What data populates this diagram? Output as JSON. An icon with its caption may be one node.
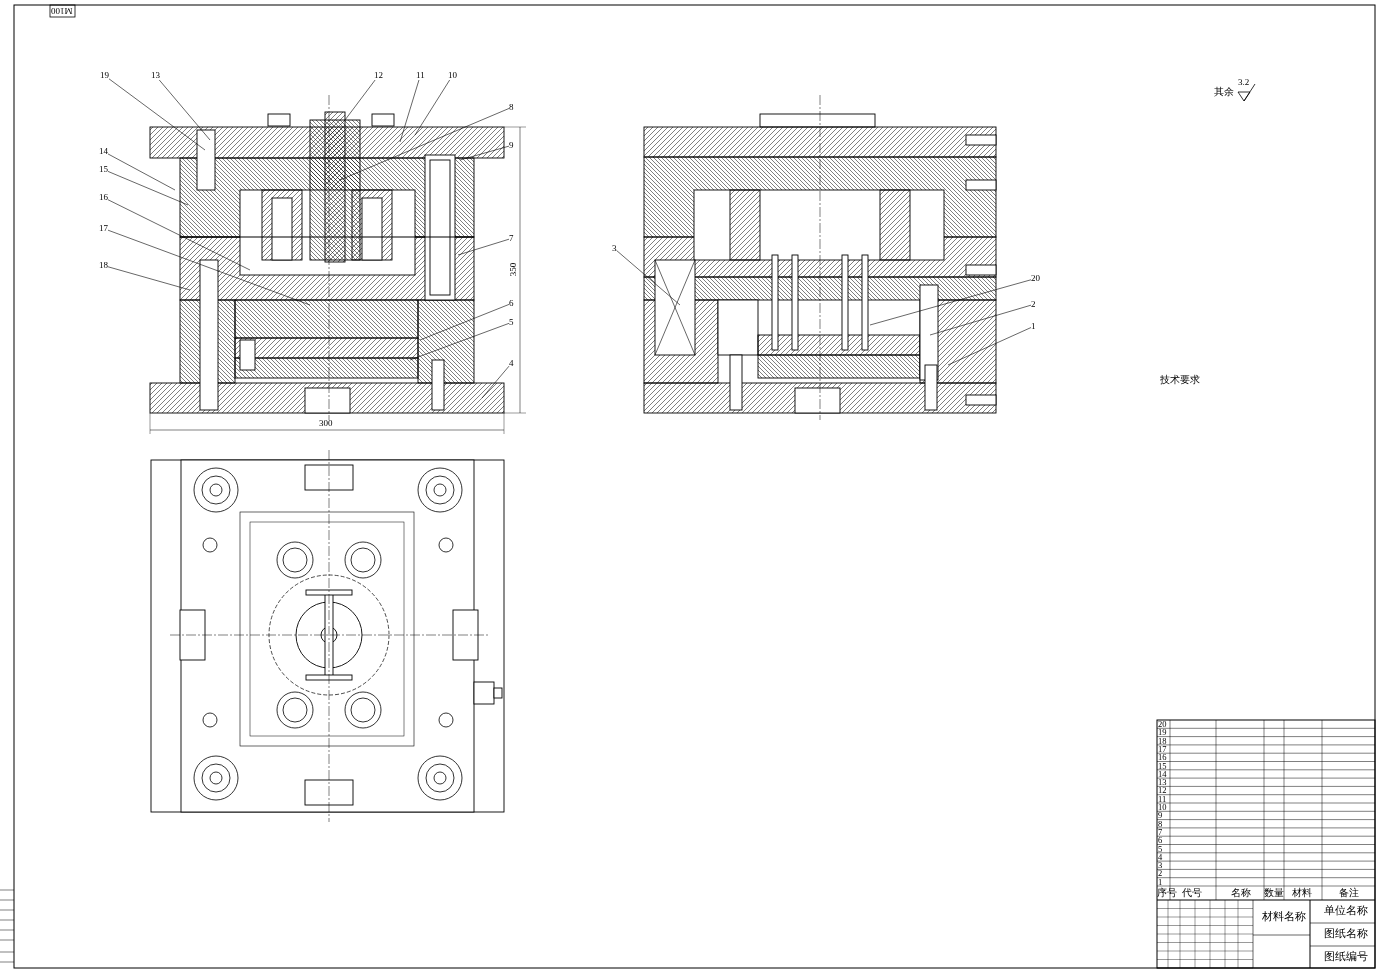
{
  "diagram": {
    "nodes": [
      {
        "text": [
          "19"
        ]
      },
      {
        "text": [
          "13"
        ]
      },
      {
        "text": [
          "12"
        ]
      },
      {
        "text": [
          "11"
        ]
      },
      {
        "text": [
          "10"
        ]
      },
      {
        "text": [
          "8"
        ]
      },
      {
        "text": [
          "9"
        ]
      },
      {
        "text": [
          "14"
        ]
      },
      {
        "text": [
          "15"
        ]
      },
      {
        "text": [
          "16"
        ]
      },
      {
        "text": [
          "17"
        ]
      },
      {
        "text": [
          "18"
        ]
      },
      {
        "text": [
          "7"
        ]
      },
      {
        "text": [
          "6"
        ]
      },
      {
        "text": [
          "5"
        ]
      },
      {
        "text": [
          "4"
        ]
      },
      {
        "text": [
          "3"
        ]
      },
      {
        "text": [
          "20"
        ]
      },
      {
        "text": [
          "2"
        ]
      },
      {
        "text": [
          "1"
        ]
      }
    ],
    "edges": [
      {
        "from": 0,
        "to": null,
        "arrow": "none"
      },
      {
        "from": 1,
        "to": null,
        "arrow": "none"
      },
      {
        "from": 2,
        "to": null,
        "arrow": "none"
      },
      {
        "from": 3,
        "to": null,
        "arrow": "none"
      },
      {
        "from": 4,
        "to": null,
        "arrow": "none"
      },
      {
        "from": 5,
        "to": null,
        "arrow": "none"
      },
      {
        "from": 6,
        "to": null,
        "arrow": "none"
      },
      {
        "from": 7,
        "to": null,
        "arrow": "none"
      },
      {
        "from": 8,
        "to": null,
        "arrow": "none"
      },
      {
        "from": 9,
        "to": null,
        "arrow": "none"
      },
      {
        "from": 10,
        "to": null,
        "arrow": "none"
      },
      {
        "from": 11,
        "to": null,
        "arrow": "none"
      },
      {
        "from": 12,
        "to": null,
        "arrow": "none"
      },
      {
        "from": 13,
        "to": null,
        "arrow": "none"
      },
      {
        "from": 14,
        "to": null,
        "arrow": "none"
      },
      {
        "from": 15,
        "to": null,
        "arrow": "none"
      },
      {
        "from": 16,
        "to": null,
        "arrow": "none"
      },
      {
        "from": 17,
        "to": null,
        "arrow": "none"
      },
      {
        "from": 18,
        "to": null,
        "arrow": "none"
      },
      {
        "from": 19,
        "to": null,
        "arrow": "none"
      }
    ],
    "labels": [
      "M100",
      "其余",
      "3.2",
      "300",
      "350",
      "技术要求",
      "序号",
      "代号",
      "名称",
      "数量",
      "材料",
      "备注",
      "20",
      "19",
      "18",
      "17",
      "16",
      "15",
      "14",
      "13",
      "12",
      "11",
      "10",
      "9",
      "8",
      "7",
      "6",
      "5",
      "4",
      "3",
      "2",
      "1",
      "材料名称",
      "单位名称",
      "图纸名称",
      "图纸编号"
    ]
  }
}
